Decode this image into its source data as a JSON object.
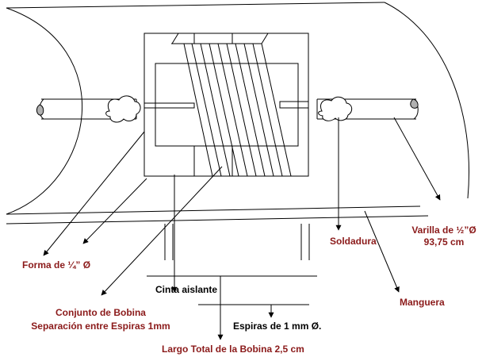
{
  "labels": {
    "forma": "Forma de ¼” Ø",
    "conjunto_line1": "Conjunto de Bobina",
    "conjunto_line2": "Separación entre Espiras 1mm",
    "cinta": "Cinta aislante",
    "espiras": "Espiras de 1 mm Ø.",
    "largo": "Largo Total de la Bobina 2,5 cm",
    "soldadura": "Soldadura",
    "varilla_line1": "Varilla de ½”Ø",
    "varilla_line2": "93,75 cm",
    "manguera": "Manguera"
  },
  "colors": {
    "label_red": "#8b1a1a",
    "label_black": "#000000",
    "line": "#000000",
    "weld_fill": "#ffffff",
    "rod_end_fill": "#b0b0b0"
  }
}
